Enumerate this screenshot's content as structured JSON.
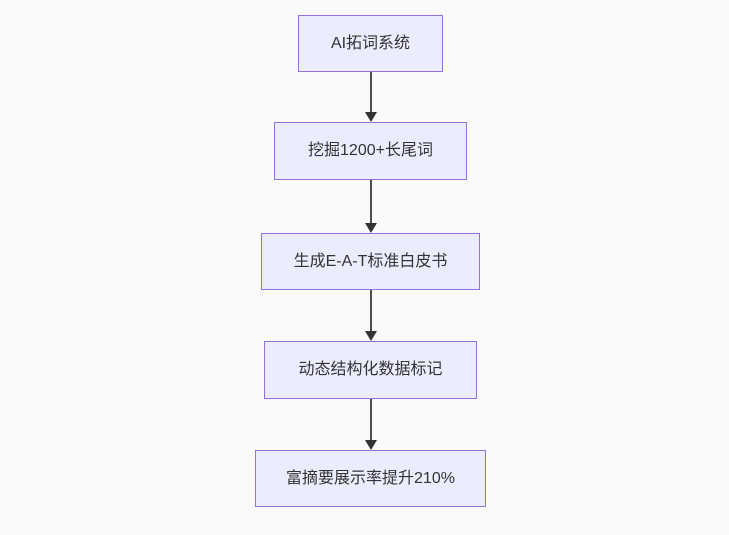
{
  "diagram": {
    "type": "flowchart",
    "direction": "top-down",
    "nodes": [
      {
        "id": "n1",
        "label": "AI拓词系统"
      },
      {
        "id": "n2",
        "label": "挖掘1200+长尾词"
      },
      {
        "id": "n3",
        "label": "生成E-A-T标准白皮书"
      },
      {
        "id": "n4",
        "label": "动态结构化数据标记"
      },
      {
        "id": "n5",
        "label": "富摘要展示率提升210%"
      }
    ],
    "edges": [
      {
        "from": "n1",
        "to": "n2",
        "style": "solid-arrow"
      },
      {
        "from": "n2",
        "to": "n3",
        "style": "solid-arrow"
      },
      {
        "from": "n3",
        "to": "n4",
        "style": "solid-arrow"
      },
      {
        "from": "n4",
        "to": "n5",
        "style": "solid-arrow"
      }
    ],
    "colors": {
      "node_fill": "#ECECFF",
      "node_border": "#9370DB",
      "edge_line": "#4d4d4d",
      "arrowhead": "#333333",
      "text": "#333333",
      "background": "#FAFAFA"
    }
  }
}
